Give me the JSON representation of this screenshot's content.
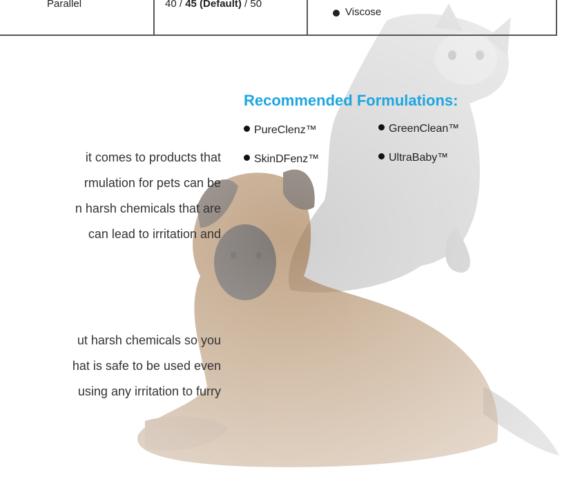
{
  "spec_table": {
    "col1": "Parallel",
    "col2_before": "40 / ",
    "col2_bold": "45 (Default)",
    "col2_after": " / 50",
    "col3": "Viscose"
  },
  "recommended": {
    "title": "Recommended Formulations:",
    "items": [
      "PureClenz™",
      "GreenClean™",
      "SkinDFenz™",
      "UltraBaby™"
    ]
  },
  "paragraph1": {
    "lines": [
      "it comes to products that",
      "rmulation for pets can be",
      "n harsh chemicals that are",
      "can lead to irritation and"
    ]
  },
  "paragraph2": {
    "lines": [
      "ut harsh chemicals so you",
      "hat is safe to be used even",
      "using any irritation to furry"
    ]
  },
  "colors": {
    "accent": "#1da6e0",
    "text": "#333333",
    "border": "#555555"
  },
  "image": {
    "subject": "puppy-and-kitten-photo"
  }
}
